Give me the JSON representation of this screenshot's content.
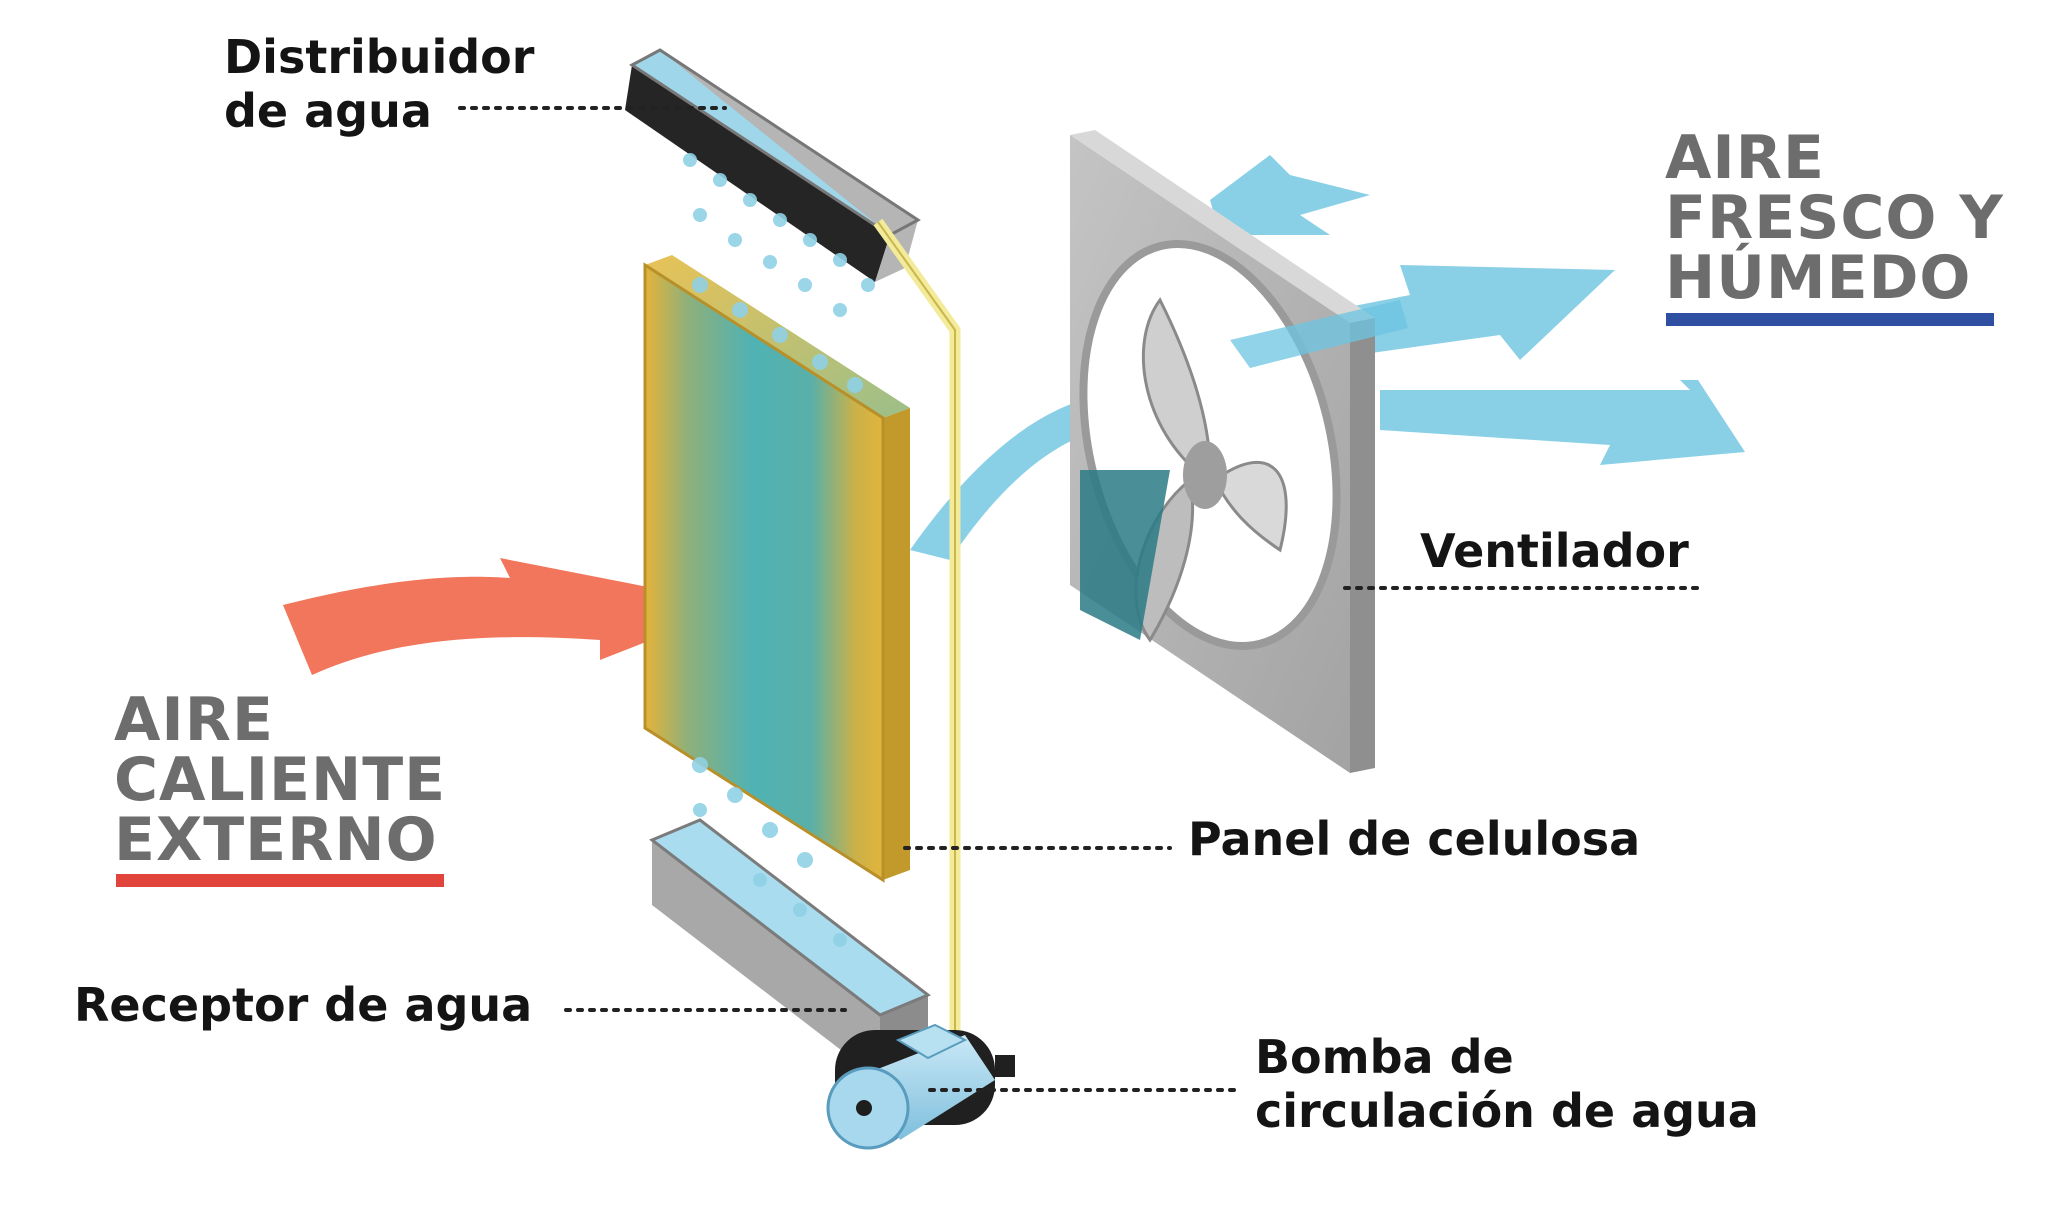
{
  "labels": {
    "distribuidor": [
      "Distribuidor",
      "de agua"
    ],
    "ventilador": "Ventilador",
    "panel": "Panel de celulosa",
    "receptor": "Receptor de agua",
    "bomba": [
      "Bomba de",
      "circulación de agua"
    ]
  },
  "headings": {
    "aire_caliente": [
      "AIRE",
      "CALIENTE",
      "EXTERNO"
    ],
    "aire_fresco": [
      "AIRE",
      "FRESCO Y",
      "HÚMEDO"
    ]
  },
  "colors": {
    "hot_air": "#f06a4e",
    "cool_air": "#6cc4e0",
    "hot_underline": "#e0443a",
    "cool_underline": "#2f4fa3",
    "pad_yellow": "#e2b43a",
    "pad_teal": "#4fb2b4",
    "frame_gray": "#b4b4b4",
    "pipe": "#f3ea9a",
    "heading_gray": "#6d6d6d",
    "label_text": "#141414"
  }
}
